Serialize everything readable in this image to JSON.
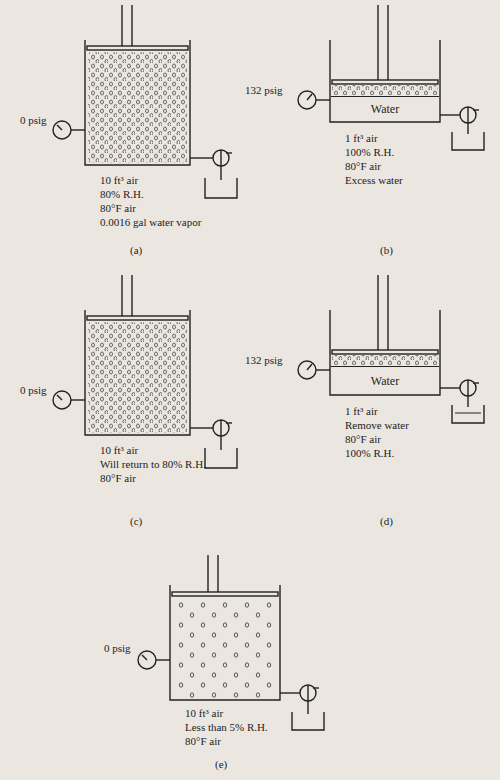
{
  "diagram": {
    "nodes": [
      {
        "text": [
          "Water"
        ]
      },
      {
        "text": [
          "Water"
        ]
      }
    ],
    "labels": [
      "0 psig",
      "10 ft³ air",
      "80% R.H.",
      "80°F air",
      "0.0016 gal water vapor",
      "(a)",
      "132 psig",
      "1 ft³ air",
      "100% R.H.",
      "80°F air",
      "Excess water",
      "(b)",
      "0 psig",
      "10 ft³ air",
      "Will return to 80% R.H.",
      "80°F air",
      "(c)",
      "132 psig",
      "1 ft³ air",
      "Remove water",
      "80°F air",
      "100% R.H.",
      "(d)",
      "0 psig",
      "10 ft³ air",
      "Less than 5% R.H.",
      "80°F air",
      "(e)"
    ]
  }
}
